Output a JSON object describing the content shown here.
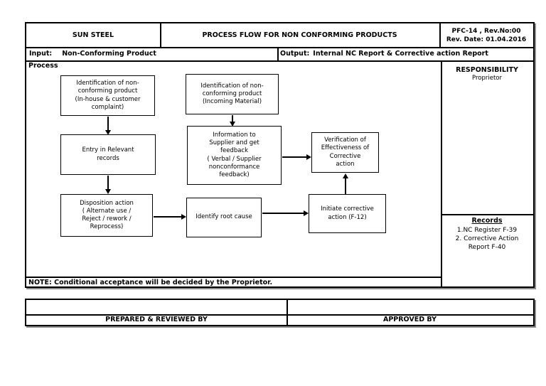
{
  "header": {
    "company": "SUN STEEL",
    "title": "PROCESS FLOW FOR NON CONFORMING PRODUCTS",
    "doc_code": "PFC-14 , Rev.No:00",
    "rev_date": "Rev. Date: 01.04.2016"
  },
  "io": {
    "input_label": "Input:",
    "input_value": "Non-Conforming Product",
    "output_label": "Output:",
    "output_value": "Internal NC Report & Corrective action Report"
  },
  "process": {
    "label": "Process",
    "note": "NOTE: Conditional acceptance will be decided by the Proprietor."
  },
  "flowchart": {
    "identify_inhouse": "Identification of non-\nconforming product\n(In-house & customer\ncomplaint)",
    "identify_incoming": "Identification of non-\nconforming product\n(Incoming Material)",
    "entry_records": "Entry in Relevant\nrecords",
    "information_supplier": "Information to\nSupplier and get\nfeedback\n( Verbal / Supplier\nnonconformance\nfeedback)",
    "verification": "Verification of\nEffectiveness of\nCorrective\naction",
    "disposition": "Disposition action\n( Alternate use /\nReject / rework /\nReprocess)",
    "identify_root_cause": "Identify root cause",
    "initiate_corrective": "Initiate corrective\naction (F-12)"
  },
  "sidebar": {
    "responsibility_title": "RESPONSIBILITY",
    "responsibility_value": "Proprietor",
    "records_title": "Records",
    "records_items": [
      "1.NC Register F-39",
      "2. Corrective Action\nReport F-40"
    ]
  },
  "footer": {
    "prepared_label": "PREPARED & REVIEWED BY",
    "approved_label": "APPROVED BY"
  },
  "colors": {
    "border": "#000000",
    "shadow": "#8c8c8c",
    "background": "#ffffff",
    "text": "#000000"
  }
}
